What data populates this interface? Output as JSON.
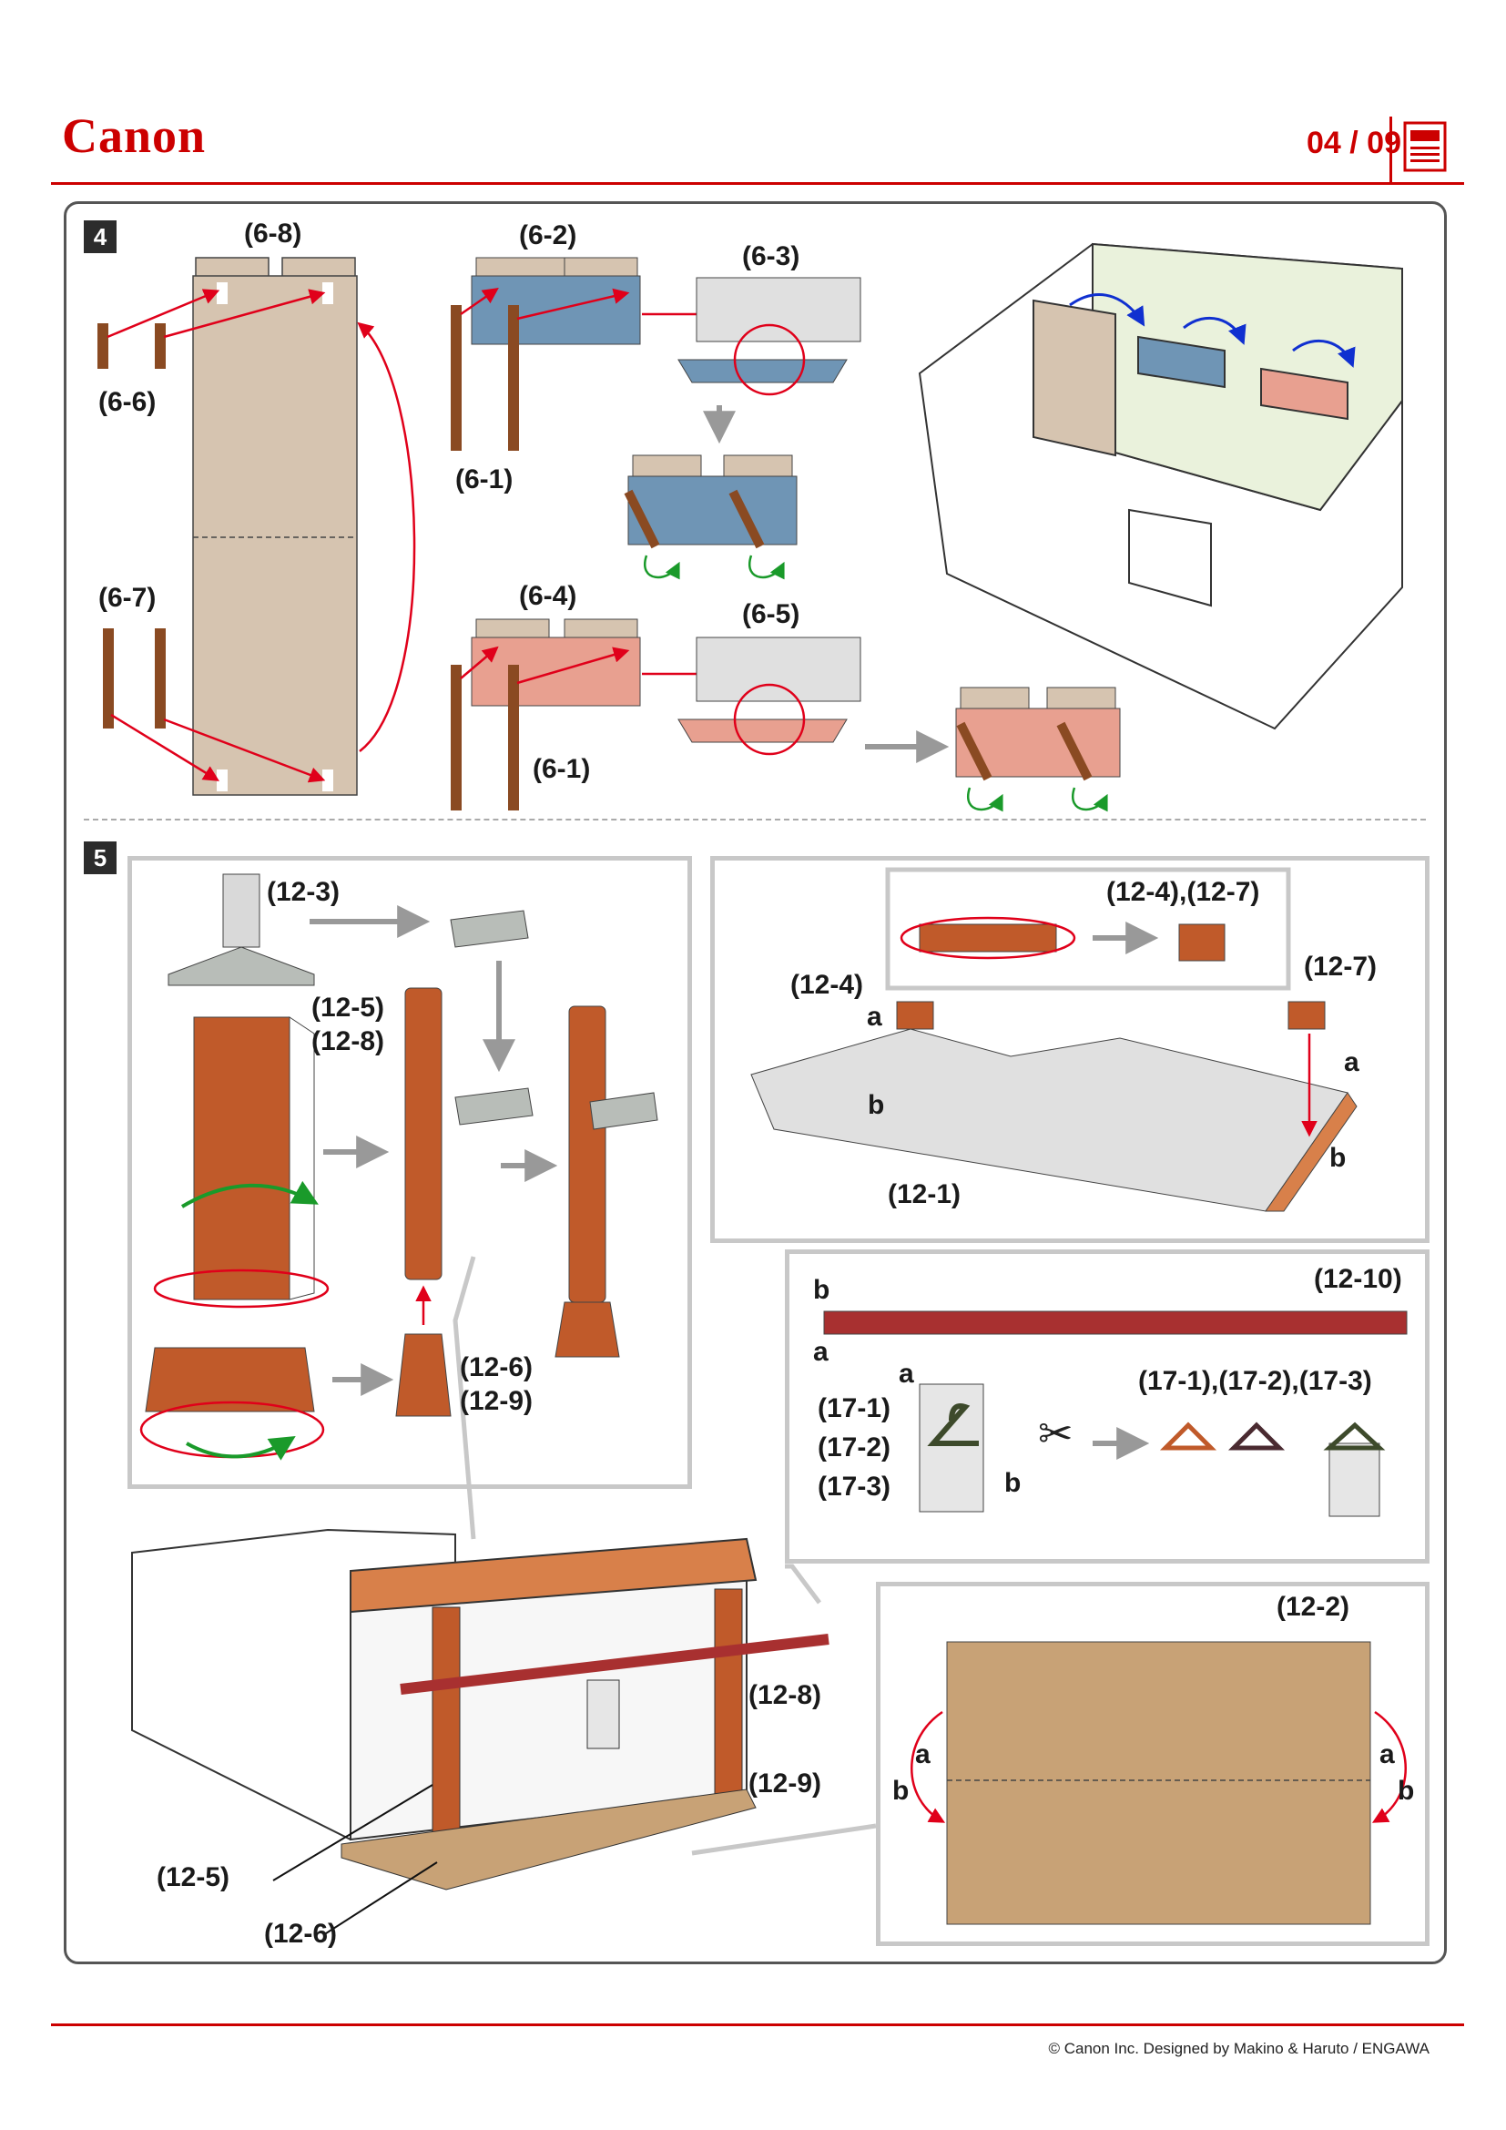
{
  "header": {
    "brand": "Canon",
    "page_indicator": "04 / 09"
  },
  "steps": {
    "step4": {
      "number": "4",
      "labels": {
        "p6_8": "(6-8)",
        "p6_6": "(6-6)",
        "p6_7": "(6-7)",
        "p6_2": "(6-2)",
        "p6_3": "(6-3)",
        "p6_1a": "(6-1)",
        "p6_4": "(6-4)",
        "p6_5": "(6-5)",
        "p6_1b": "(6-1)"
      }
    },
    "step5": {
      "number": "5",
      "labels": {
        "p12_3": "(12-3)",
        "p12_5": "(12-5)",
        "p12_8": "(12-8)",
        "p12_6": "(12-6)",
        "p12_9": "(12-9)",
        "p12_4_12_7": "(12-4),(12-7)",
        "p12_4": "(12-4)",
        "p12_7": "(12-7)",
        "p12_1": "(12-1)",
        "a1": "a",
        "b1": "b",
        "a2": "a",
        "b2": "b",
        "p12_10": "(12-10)",
        "b3": "b",
        "a3": "a",
        "a4": "a",
        "p17_1": "(17-1)",
        "p17_2": "(17-2)",
        "p17_3": "(17-3)",
        "b4": "b",
        "p17_all": "(17-1),(17-2),(17-3)",
        "p12_8b": "(12-8)",
        "p12_9b": "(12-9)",
        "p12_5b": "(12-5)",
        "p12_6b": "(12-6)",
        "p12_2": "(12-2)",
        "a5": "a",
        "b5": "b",
        "a6": "a",
        "b6": "b"
      }
    }
  },
  "footer": {
    "copyright": "© Canon Inc. Designed by Makino & Haruto / ENGAWA"
  },
  "colors": {
    "brand_red": "#cc0000",
    "tan": "#d6c4b0",
    "blue_part": "#6f95b5",
    "pink_part": "#e8a090",
    "orange_brown": "#c05a2a",
    "pillar_brown": "#8a4a22",
    "arrow_red": "#e0001a",
    "arrow_green": "#1a9a2a",
    "arrow_blue": "#1030d0",
    "arrow_gray": "#999999"
  }
}
